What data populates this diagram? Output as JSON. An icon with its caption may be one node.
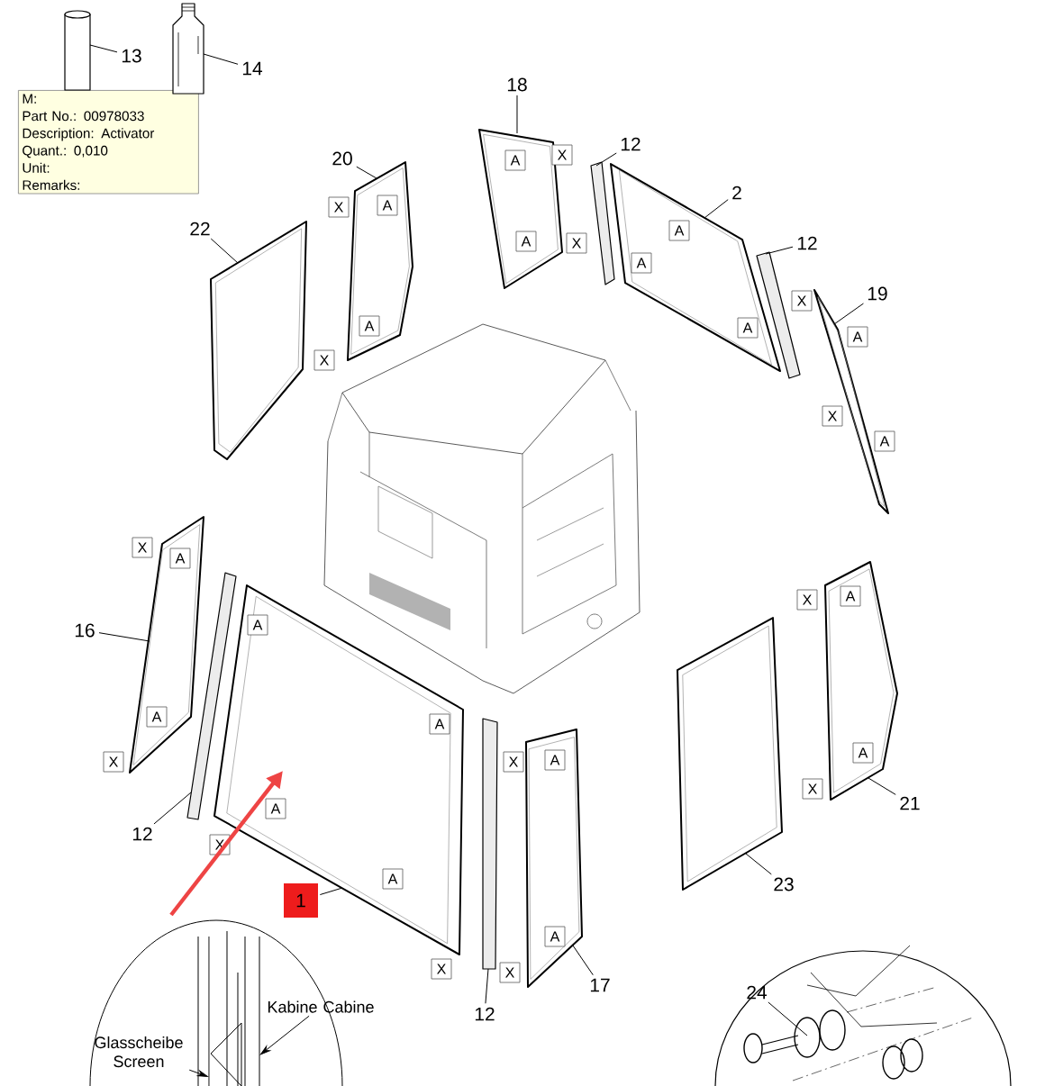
{
  "diagram": {
    "nodes": [
      {
        "text": [
          "M:",
          "Part No.: 00978033",
          "Description: Activator",
          "Quant.: 0,010",
          "Unit:",
          "Remarks:"
        ]
      },
      {
        "text": [
          "13"
        ]
      },
      {
        "text": [
          "14"
        ]
      },
      {
        "text": [
          "18"
        ]
      },
      {
        "text": [
          "20"
        ]
      },
      {
        "text": [
          "22"
        ]
      },
      {
        "text": [
          "12"
        ]
      },
      {
        "text": [
          "2"
        ]
      },
      {
        "text": [
          "12"
        ]
      },
      {
        "text": [
          "19"
        ]
      },
      {
        "text": [
          "16"
        ]
      },
      {
        "text": [
          "12"
        ]
      },
      {
        "text": [
          "1"
        ]
      },
      {
        "text": [
          "12"
        ]
      },
      {
        "text": [
          "17"
        ]
      },
      {
        "text": [
          "21"
        ]
      },
      {
        "text": [
          "23"
        ]
      },
      {
        "text": [
          "24"
        ]
      },
      {
        "text": [],
        "shape": "cylinder"
      },
      {
        "text": [],
        "shape": "picture"
      },
      {
        "text": [],
        "shape": "picture"
      },
      {
        "text": [],
        "shape": "picture"
      },
      {
        "text": [],
        "shape": "picture"
      },
      {
        "text": [],
        "shape": "bar"
      },
      {
        "text": [],
        "shape": "picture"
      },
      {
        "text": [],
        "shape": "bar"
      },
      {
        "text": [],
        "shape": "picture"
      },
      {
        "text": [],
        "shape": "picture"
      },
      {
        "text": [],
        "shape": "bar"
      },
      {
        "text": [],
        "shape": "picture"
      },
      {
        "text": [],
        "shape": "bar"
      },
      {
        "text": [],
        "shape": "picture"
      },
      {
        "text": [],
        "shape": "picture"
      },
      {
        "text": [],
        "shape": "picture"
      },
      {
        "text": [],
        "shape": "picture"
      },
      {
        "text": [
          "Kabine Cabine"
        ]
      },
      {
        "text": [
          "Glasscheibe Screen"
        ]
      },
      {
        "text": [],
        "shape": "bar"
      },
      {
        "text": [],
        "shape": "bar"
      }
    ],
    "edges": [
      {
        "from": 1,
        "to": 18,
        "arrow": "none"
      },
      {
        "from": 2,
        "to": 19,
        "arrow": "none"
      },
      {
        "from": 3,
        "to": 20,
        "arrow": "none"
      },
      {
        "from": 4,
        "to": 21,
        "arrow": "none"
      },
      {
        "from": 5,
        "to": 22,
        "arrow": "none"
      },
      {
        "from": 6,
        "to": 23,
        "arrow": "none"
      },
      {
        "from": 7,
        "to": 24,
        "arrow": "none"
      },
      {
        "from": 8,
        "to": 25,
        "arrow": "none"
      },
      {
        "from": 9,
        "to": 26,
        "arrow": "none"
      },
      {
        "from": 10,
        "to": 27,
        "arrow": "none"
      },
      {
        "from": 11,
        "to": 28,
        "arrow": "none"
      },
      {
        "from": 12,
        "to": 29,
        "arrow": "none"
      },
      {
        "from": 13,
        "to": 30,
        "arrow": "none"
      },
      {
        "from": 14,
        "to": 31,
        "arrow": "none"
      },
      {
        "from": 15,
        "to": 32,
        "arrow": "none"
      },
      {
        "from": 16,
        "to": 33,
        "arrow": "none"
      },
      {
        "from": 17,
        "to": 34,
        "arrow": "none"
      },
      {
        "from": 35,
        "to": 37,
        "arrow": "to"
      },
      {
        "from": 36,
        "to": 38,
        "arrow": "to"
      }
    ],
    "labels": [
      "X",
      "A",
      "A",
      "X",
      "A",
      "X",
      "A",
      "A",
      "A",
      "X",
      "X",
      "A",
      "A",
      "X",
      "A",
      "X",
      "A",
      "A",
      "X",
      "A",
      "A",
      "A",
      "X",
      "A",
      "X",
      "A",
      "A",
      "A",
      "X",
      "X",
      "A",
      "X",
      "X"
    ]
  }
}
